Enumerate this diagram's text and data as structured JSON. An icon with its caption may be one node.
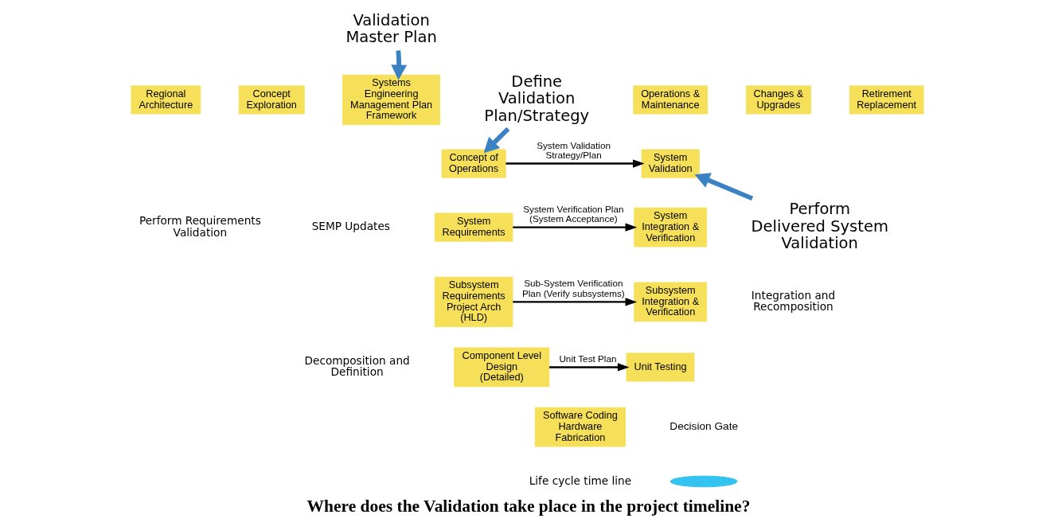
{
  "diagram": {
    "caption": "Where does the Validation take place in the project timeline?",
    "nodes": [
      {
        "text": [
          "Regional Architecture"
        ]
      },
      {
        "text": [
          "Concept Exploration"
        ]
      },
      {
        "text": [
          "Systems Engineering Management Plan Framework"
        ]
      },
      {
        "text": [
          "Concept of Operations"
        ]
      },
      {
        "text": [
          "System Requirements"
        ]
      },
      {
        "text": [
          "Subsystem Requirements Project Arch (HLD)"
        ]
      },
      {
        "text": [
          "Component Level Design (Detailed)"
        ]
      },
      {
        "text": [
          "Software Coding Hardware Fabrication"
        ]
      },
      {
        "text": [
          "Unit Testing"
        ]
      },
      {
        "text": [
          "Subsystem Integration & Verification"
        ]
      },
      {
        "text": [
          "System Integration & Verification"
        ]
      },
      {
        "text": [
          "System Validation"
        ]
      },
      {
        "text": [
          "Operations & Maintenance"
        ]
      },
      {
        "text": [
          "Changes & Upgrades"
        ]
      },
      {
        "text": [
          "Retirement Replacement"
        ]
      },
      {
        "text": [
          "Validation Master Plan"
        ]
      },
      {
        "text": [
          "Define Validation Plan/Strategy"
        ]
      },
      {
        "text": [
          "Perform Delivered System Validation"
        ]
      }
    ],
    "edges": [
      {
        "from": 3,
        "to": 11,
        "arrow": "to",
        "label": "System Validation Strategy/Plan"
      },
      {
        "from": 4,
        "to": 10,
        "arrow": "to",
        "label": "System Verification Plan (System Acceptance)"
      },
      {
        "from": 5,
        "to": 9,
        "arrow": "to",
        "label": "Sub-System Verification Plan (Verify subsystems)"
      },
      {
        "from": 6,
        "to": 8,
        "arrow": "to",
        "label": "Unit Test Plan"
      },
      {
        "from": 15,
        "to": 2,
        "arrow": "to",
        "style": "thick",
        "color": "#3b82c4"
      },
      {
        "from": 16,
        "to": 3,
        "arrow": "to",
        "style": "thick",
        "color": "#3b82c4"
      },
      {
        "from": 17,
        "to": 11,
        "arrow": "to",
        "style": "thick",
        "color": "#3b82c4"
      }
    ],
    "labels": [
      "Perform Requirements Validation",
      "SEMP Updates",
      "Decomposition and Definition",
      "Integration and Recomposition",
      "Life cycle time line"
    ],
    "legend": [
      {
        "text": "Decision Gate"
      }
    ]
  }
}
